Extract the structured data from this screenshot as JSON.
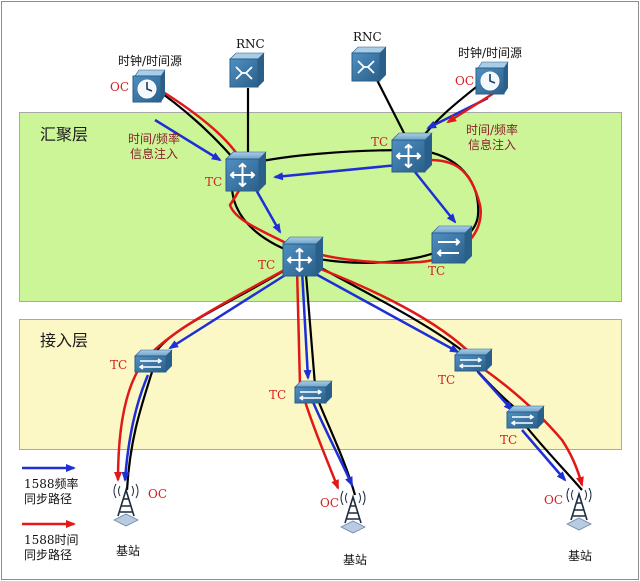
{
  "layers": {
    "aggregation": "汇聚层",
    "access": "接入层"
  },
  "clock_sources": {
    "left": "时钟/时间源",
    "right": "时钟/时间源"
  },
  "rnc": {
    "left": "RNC",
    "right": "RNC"
  },
  "oc_labels": [
    "OC",
    "OC",
    "OC",
    "OC",
    "OC"
  ],
  "tc_labels": [
    "TC",
    "TC",
    "TC",
    "TC",
    "TC",
    "TC",
    "TC",
    "TC"
  ],
  "injection_notes": {
    "left_line1": "时间/频率",
    "left_line2": "信息注入",
    "right_line1": "时间/频率",
    "right_line2": "信息注入"
  },
  "base_stations": [
    "基站",
    "基站",
    "基站"
  ],
  "legend": {
    "freq_line1": "1588频率",
    "freq_line2": "同步路径",
    "time_line1": "1588时间",
    "time_line2": "同步路径"
  },
  "colors": {
    "aggregation_layer": "#ccf598",
    "access_layer": "#fbf8c5",
    "frequency_path": "#1f2fd6",
    "time_path": "#e01818",
    "link": "#000000",
    "device": "#3f7fb0"
  }
}
